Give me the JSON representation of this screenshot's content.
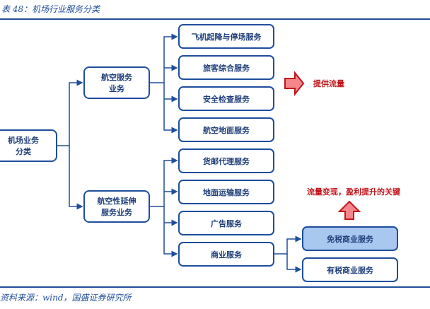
{
  "caption": "表 48：机场行业服务分类",
  "source": "资料来源：wind，国盛证券研究所",
  "colors": {
    "node_border": "#1f4e9c",
    "node_fill": "#ffffff",
    "highlight_fill": "#a9c8f0",
    "text": "#1f3f7a",
    "arrow_red_border": "#c0161c",
    "arrow_red_fill": "#f4878b",
    "annotation_red": "#c0161c"
  },
  "root": {
    "label_line1": "机场业务",
    "label_line2": "分类"
  },
  "categories": [
    {
      "label_line1": "航空服务",
      "label_line2": "业务",
      "children": [
        "飞机起降与停场服务",
        "旅客综合服务",
        "安全检查服务",
        "航空地面服务"
      ]
    },
    {
      "label_line1": "航空性延伸",
      "label_line2": "服务业务",
      "children": [
        "货邮代理服务",
        "地面运输服务",
        "广告服务",
        "商业服务"
      ]
    }
  ],
  "commerce_children": [
    "免税商业服务",
    "有税商业服务"
  ],
  "annotations": {
    "traffic": "提供流量",
    "monetization": "流量变现，盈利提升的关键"
  }
}
